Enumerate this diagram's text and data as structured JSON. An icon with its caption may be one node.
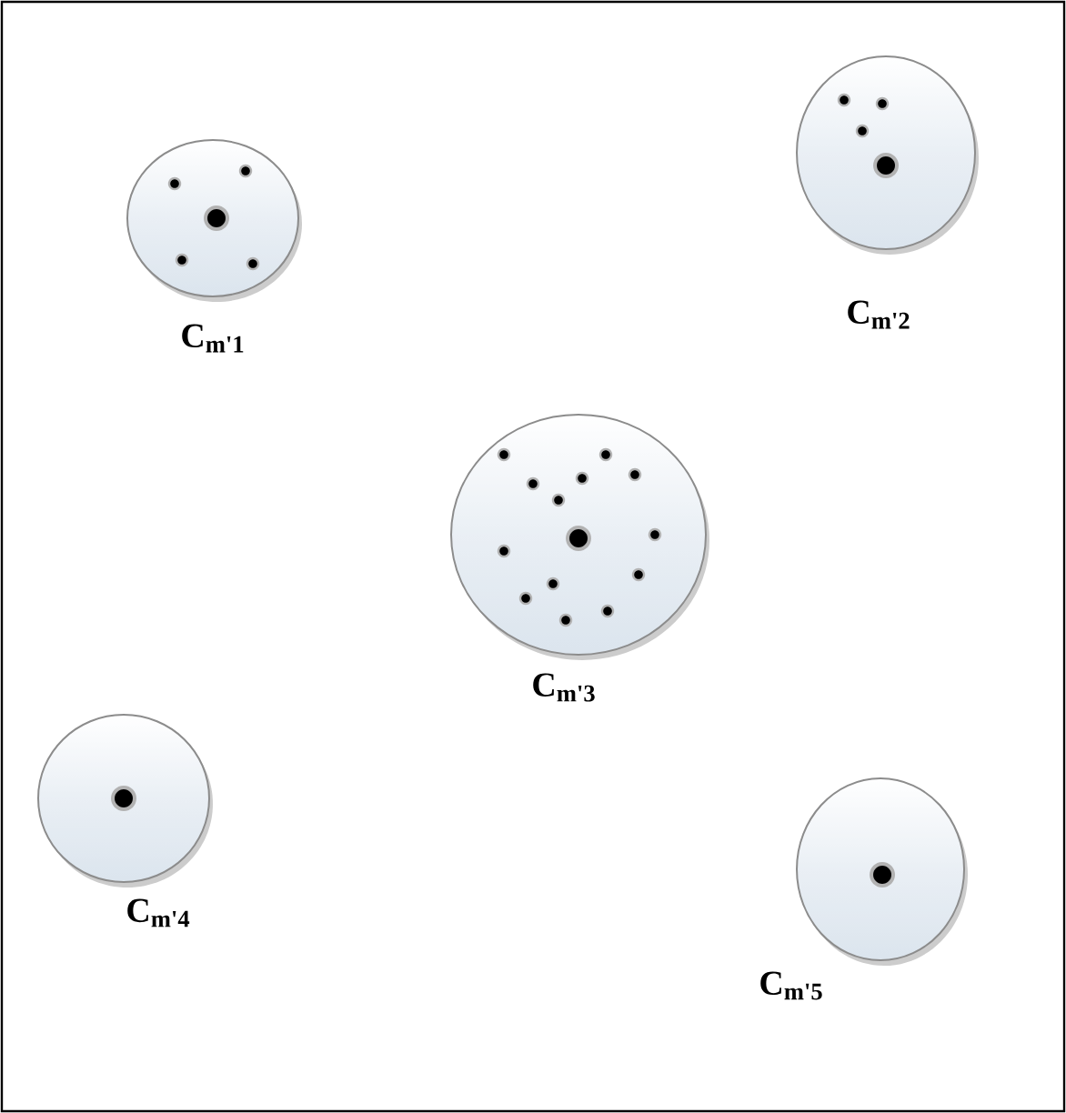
{
  "diagram": {
    "nodes": [
      {
        "text": [
          "C$_{m'1}$"
        ]
      },
      {
        "text": [
          "C$_{m'2}$"
        ]
      },
      {
        "text": [
          "C$_{m'3}$"
        ]
      },
      {
        "text": [
          "C$_{m'4}$"
        ]
      },
      {
        "text": [
          "C$_{m'5}$"
        ]
      }
    ]
  }
}
